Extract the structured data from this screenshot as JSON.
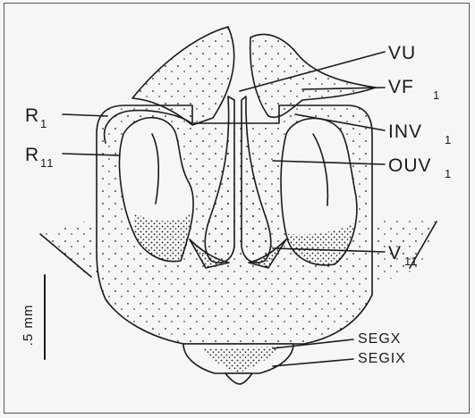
{
  "figure": {
    "labels": {
      "vu": "VU",
      "vf": "VF",
      "vf_sub": "1",
      "inv": "INV",
      "inv_sub": "1",
      "ouv": "OUV",
      "ouv_sub": "1",
      "v": "V",
      "v_sub": "11",
      "r1": "R",
      "r1_sub": "1",
      "r2": "R",
      "r2_sub": "11",
      "segx": "SEGX",
      "segix": "SEGIX"
    },
    "scale_bar": {
      "label": ".5 mm"
    },
    "colors": {
      "ink": "#1a1a1a",
      "paper": "#f6f6f6"
    }
  }
}
